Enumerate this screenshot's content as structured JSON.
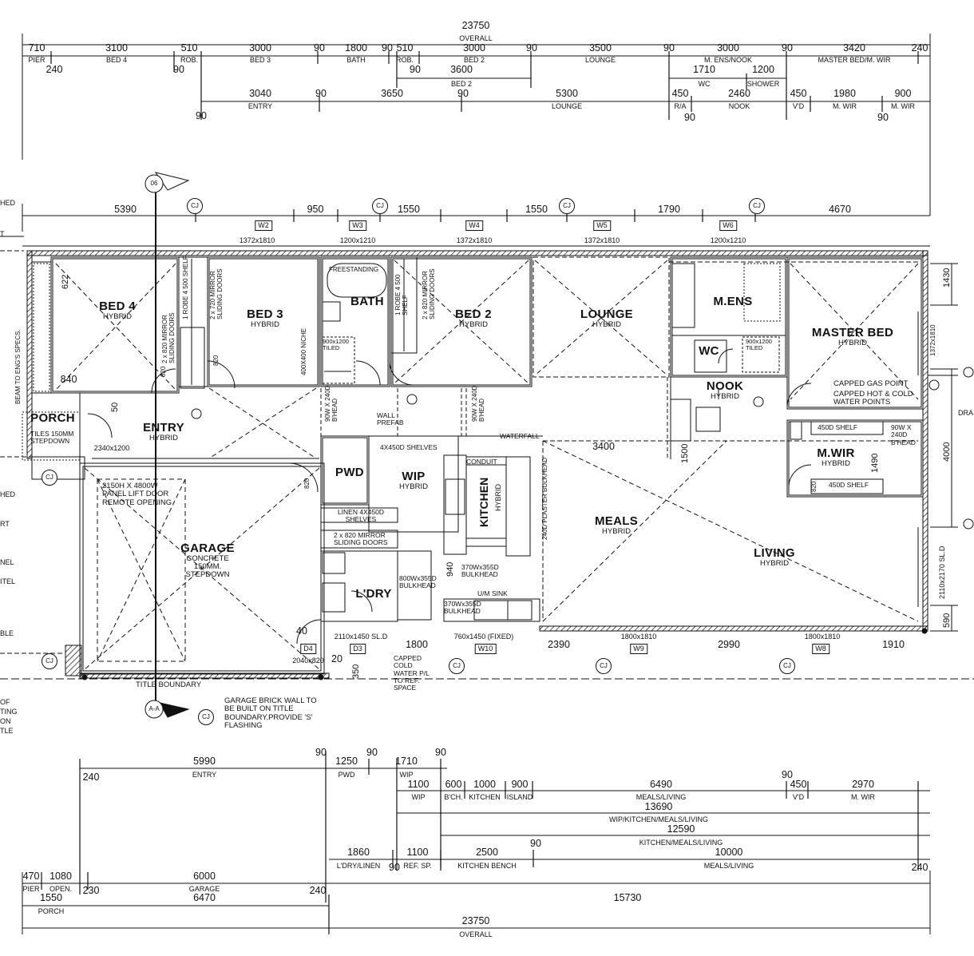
{
  "top_dims": {
    "overall_value": "23750",
    "overall_label": "OVERALL",
    "row1": [
      {
        "v": "710",
        "l": "PIER"
      },
      {
        "v": "3100",
        "l": "BED 4"
      },
      {
        "v": "510",
        "l": "ROB."
      },
      {
        "v": "3000",
        "l": "BED 3"
      },
      {
        "v": "90",
        "l": ""
      },
      {
        "v": "1800",
        "l": "BATH"
      },
      {
        "v": "90",
        "l": ""
      },
      {
        "v": "510",
        "l": "ROB."
      },
      {
        "v": "3000",
        "l": "BED 2"
      },
      {
        "v": "90",
        "l": ""
      },
      {
        "v": "3500",
        "l": "LOUNGE"
      },
      {
        "v": "90",
        "l": ""
      },
      {
        "v": "3000",
        "l": "M. ENS/NOOK"
      },
      {
        "v": "90",
        "l": ""
      },
      {
        "v": "3420",
        "l": "MASTER BED/M. WIR"
      },
      {
        "v": "240",
        "l": ""
      }
    ],
    "row1_extra": [
      {
        "v": "240"
      },
      {
        "v": "90"
      },
      {
        "v": "90"
      },
      {
        "v": "3600",
        "l": "BED 2"
      },
      {
        "v": "1710",
        "l": "WC"
      },
      {
        "v": "1200",
        "l": "SHOWER"
      }
    ],
    "row2": [
      {
        "v": "3040",
        "l": "ENTRY"
      },
      {
        "v": "90",
        "l": ""
      },
      {
        "v": "3650",
        "l": ""
      },
      {
        "v": "90",
        "l": ""
      },
      {
        "v": "5300",
        "l": "LOUNGE"
      },
      {
        "v": "450",
        "l": "R/A"
      },
      {
        "v": "2460",
        "l": "NOOK"
      },
      {
        "v": "450",
        "l": "V'D"
      },
      {
        "v": "1980",
        "l": "M. WIR"
      },
      {
        "v": "900",
        "l": "M. WIR"
      }
    ],
    "row2_extra": [
      {
        "v": "90"
      },
      {
        "v": "90"
      },
      {
        "v": "90"
      }
    ]
  },
  "wall_dims": [
    {
      "v": "5390"
    },
    {
      "v": "950"
    },
    {
      "v": "1550"
    },
    {
      "v": "1550"
    },
    {
      "v": "1790"
    },
    {
      "v": "4670"
    }
  ],
  "windows_top": [
    {
      "tag": "W2",
      "size": "1372x1810"
    },
    {
      "tag": "W3",
      "size": "1200x1210"
    },
    {
      "tag": "W4",
      "size": "1372x1810"
    },
    {
      "tag": "W5",
      "size": "1372x1810"
    },
    {
      "tag": "W6",
      "size": "1200x1210"
    }
  ],
  "windows_bottom": [
    {
      "tag": "D3",
      "size": "2110x1450 SL.D"
    },
    {
      "tag": "W10",
      "size": "760x1450 (FIXED)"
    },
    {
      "tag": "W9",
      "size": "1800x1810"
    },
    {
      "tag": "W8",
      "size": "1800x1810"
    },
    {
      "tag": "D4",
      "size": "2040x820"
    }
  ],
  "cj_label": "CJ",
  "section_markers": [
    {
      "v": "06"
    },
    {
      "v": "A-A"
    }
  ],
  "rooms": [
    {
      "name": "BED 4",
      "sub": "HYBRID"
    },
    {
      "name": "BED 3",
      "sub": "HYBRID"
    },
    {
      "name": "BATH",
      "sub": ""
    },
    {
      "name": "BED 2",
      "sub": "HYBRID"
    },
    {
      "name": "LOUNGE",
      "sub": "HYBRID"
    },
    {
      "name": "M.ENS",
      "sub": ""
    },
    {
      "name": "MASTER BED",
      "sub": "HYBRID"
    },
    {
      "name": "WC",
      "sub": ""
    },
    {
      "name": "NOOK",
      "sub": "HYBRID"
    },
    {
      "name": "PORCH",
      "sub": ""
    },
    {
      "name": "ENTRY",
      "sub": "HYBRID"
    },
    {
      "name": "PWD",
      "sub": ""
    },
    {
      "name": "WIP",
      "sub": "HYBRID"
    },
    {
      "name": "KITCHEN",
      "sub": "HYBRID"
    },
    {
      "name": "MEALS",
      "sub": "HYBRID"
    },
    {
      "name": "M.WIR",
      "sub": "HYBRID"
    },
    {
      "name": "LIVING",
      "sub": "HYBRID"
    },
    {
      "name": "GARAGE",
      "sub": "CONCRETE 150MM. STEPDOWN"
    },
    {
      "name": "L'DRY",
      "sub": ""
    }
  ],
  "notes": [
    "FREESTANDING",
    "1 ROBE 4 500 SHELF",
    "2 x 720 MIRROR SLIDING DOORS",
    "2 x 820 MIRROR SLIDING DOORS",
    "1 ROBE 4 500 SHELF",
    "2 x 820 MIRROR SLIDING DOORS",
    "WALL PREFAB",
    "4X450D SHELVES",
    "90W X 240D B'HEAD",
    "90W X 240D B'HEAD",
    "WATERFALL",
    "CONDUIT",
    "240D PLASTER BULKHEAD",
    "LINEN 4X450D SHELVES",
    "2 x 820 MIRROR SLIDING DOORS",
    "800Wx355D BULKHEAD",
    "370Wx355D BULKHEAD",
    "370Wx355D BULKHEAD",
    "U/M SINK",
    "CAPPED GAS POINT",
    "CAPPED HOT & COLD WATER POINTS",
    "450D SHELF",
    "450D SHELF",
    "90W X 240D B'HEAD",
    "2150H X 4800W PANEL LIFT DOOR REMOTE OPENING",
    "TILES 150MM STEPDOWN",
    "TITLE BOUNDARY",
    "GARAGE BRICK WALL TO BE BUILT ON TITLE BOUNDARY.PROVIDE 'S' FLASHING",
    "CAPPED COLD WATER P/L TO REF. SPACE",
    "BEAM TO ENG'S SPECS.",
    "2110x2170 SL.D",
    "400X400 NICHE",
    "900x1200 TILED",
    "900x1200 TILED",
    "DRA"
  ],
  "inner_dims": [
    "622",
    "840",
    "2340x1200",
    "50",
    "820",
    "820",
    "820",
    "820",
    "3400",
    "1500",
    "1490",
    "940",
    "1800",
    "2390",
    "2990",
    "1910",
    "350",
    "20",
    "40",
    "1430",
    "4000",
    "590",
    "1372x1810"
  ],
  "bottom_dims": {
    "rowA": [
      {
        "v": "5990",
        "l": "ENTRY"
      },
      {
        "v": "90"
      },
      {
        "v": "1250",
        "l": "PWD"
      },
      {
        "v": "90"
      },
      {
        "v": "1710",
        "l": "WIP"
      },
      {
        "v": "90"
      }
    ],
    "rowB": [
      {
        "v": "1100",
        "l": "WIP"
      },
      {
        "v": "600",
        "l": "B'CH."
      },
      {
        "v": "1000",
        "l": "KITCHEN"
      },
      {
        "v": "900",
        "l": "ISLAND"
      },
      {
        "v": "6490",
        "l": "MEALS/LIVING"
      },
      {
        "v": "90"
      },
      {
        "v": "450",
        "l": "V'D"
      },
      {
        "v": "2970",
        "l": "M. WIR"
      }
    ],
    "rowC": {
      "v": "13690",
      "l": "WIP/KITCHEN/MEALS/LIVING"
    },
    "rowD": {
      "v": "12590",
      "l": "KITCHEN/MEALS/LIVING"
    },
    "rowE": [
      {
        "v": "1860",
        "l": "L'DRY/LINEN"
      },
      {
        "v": "90"
      },
      {
        "v": "1100",
        "l": "REF. SP."
      },
      {
        "v": "2500",
        "l": "KITCHEN BENCH"
      },
      {
        "v": "90"
      },
      {
        "v": "10000",
        "l": "MEALS/LIVING"
      },
      {
        "v": "240"
      }
    ],
    "rowF": [
      {
        "v": "470",
        "l": "PIER"
      },
      {
        "v": "1080",
        "l": "OPEN."
      },
      {
        "v": "230"
      },
      {
        "v": "6000",
        "l": "GARAGE"
      },
      {
        "v": "240"
      }
    ],
    "rowG": [
      {
        "v": "1550",
        "l": "PORCH"
      },
      {
        "v": "6470",
        "l": ""
      },
      {
        "v": "15730",
        "l": ""
      }
    ],
    "overall_value": "23750",
    "overall_label": "OVERALL",
    "extra_240": "240"
  },
  "left_edge": [
    "HED",
    "T",
    "NEL",
    "ITEL",
    "BLE",
    "OF",
    "TING",
    "ON",
    "TLE",
    "RT",
    "HED"
  ]
}
